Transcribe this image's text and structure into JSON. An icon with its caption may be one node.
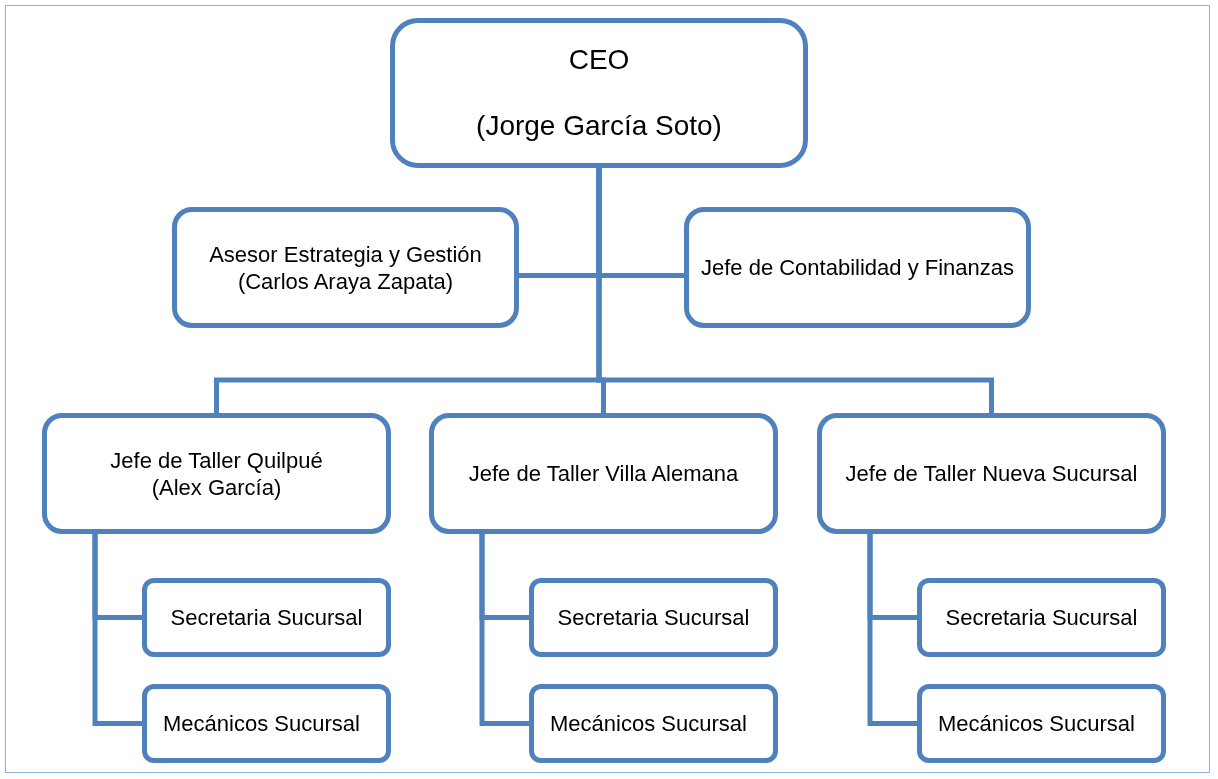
{
  "diagram": {
    "nodes": [
      {
        "text": [
          "CEO",
          "(Jorge García Soto)"
        ]
      },
      {
        "text": [
          "Asesor Estrategia y Gestión",
          "(Carlos Araya Zapata)"
        ]
      },
      {
        "text": [
          "Jefe de Contabilidad y Finanzas"
        ]
      },
      {
        "text": [
          "Jefe de Taller Quilpué",
          "(Alex García)"
        ]
      },
      {
        "text": [
          "Jefe de Taller Villa Alemana"
        ]
      },
      {
        "text": [
          "Jefe de Taller Nueva Sucursal"
        ]
      },
      {
        "text": [
          "Secretaria Sucursal"
        ]
      },
      {
        "text": [
          "Mecánicos Sucursal"
        ]
      },
      {
        "text": [
          "Secretaria Sucursal"
        ]
      },
      {
        "text": [
          "Mecánicos Sucursal"
        ]
      },
      {
        "text": [
          "Secretaria Sucursal"
        ]
      },
      {
        "text": [
          "Mecánicos Sucursal"
        ]
      }
    ],
    "edges": [
      {
        "from": 0,
        "to": 1,
        "arrow": "none"
      },
      {
        "from": 0,
        "to": 2,
        "arrow": "none"
      },
      {
        "from": 0,
        "to": 3,
        "arrow": "none"
      },
      {
        "from": 0,
        "to": 4,
        "arrow": "none"
      },
      {
        "from": 0,
        "to": 5,
        "arrow": "none"
      },
      {
        "from": 3,
        "to": 6,
        "arrow": "none"
      },
      {
        "from": 3,
        "to": 7,
        "arrow": "none"
      },
      {
        "from": 4,
        "to": 8,
        "arrow": "none"
      },
      {
        "from": 4,
        "to": 9,
        "arrow": "none"
      },
      {
        "from": 5,
        "to": 10,
        "arrow": "none"
      },
      {
        "from": 5,
        "to": 11,
        "arrow": "none"
      }
    ]
  }
}
